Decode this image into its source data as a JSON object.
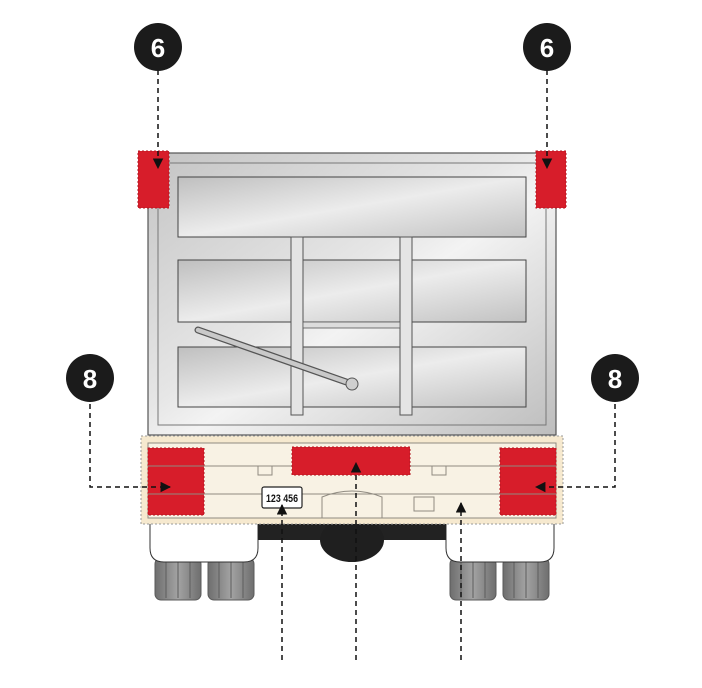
{
  "callouts": {
    "top_left": "6",
    "top_right": "6",
    "mid_left": "8",
    "mid_right": "8"
  },
  "license_plate": "123 456",
  "colors": {
    "reflector": "#d71d2a",
    "reflective_zone": "#f6e9cf",
    "bumper_fill": "#f8f2e4",
    "bumper_line": "#8f8a80",
    "badge": "#1b1b1b",
    "tire": "#8a8a8a",
    "body_gray": "#d0d0d0",
    "window_gray": "#bdbdbd",
    "underbody": "#222222"
  },
  "icons": {
    "arrow": "arrow-icon",
    "badge": "circle-badge-icon",
    "tire": "tire-icon"
  }
}
